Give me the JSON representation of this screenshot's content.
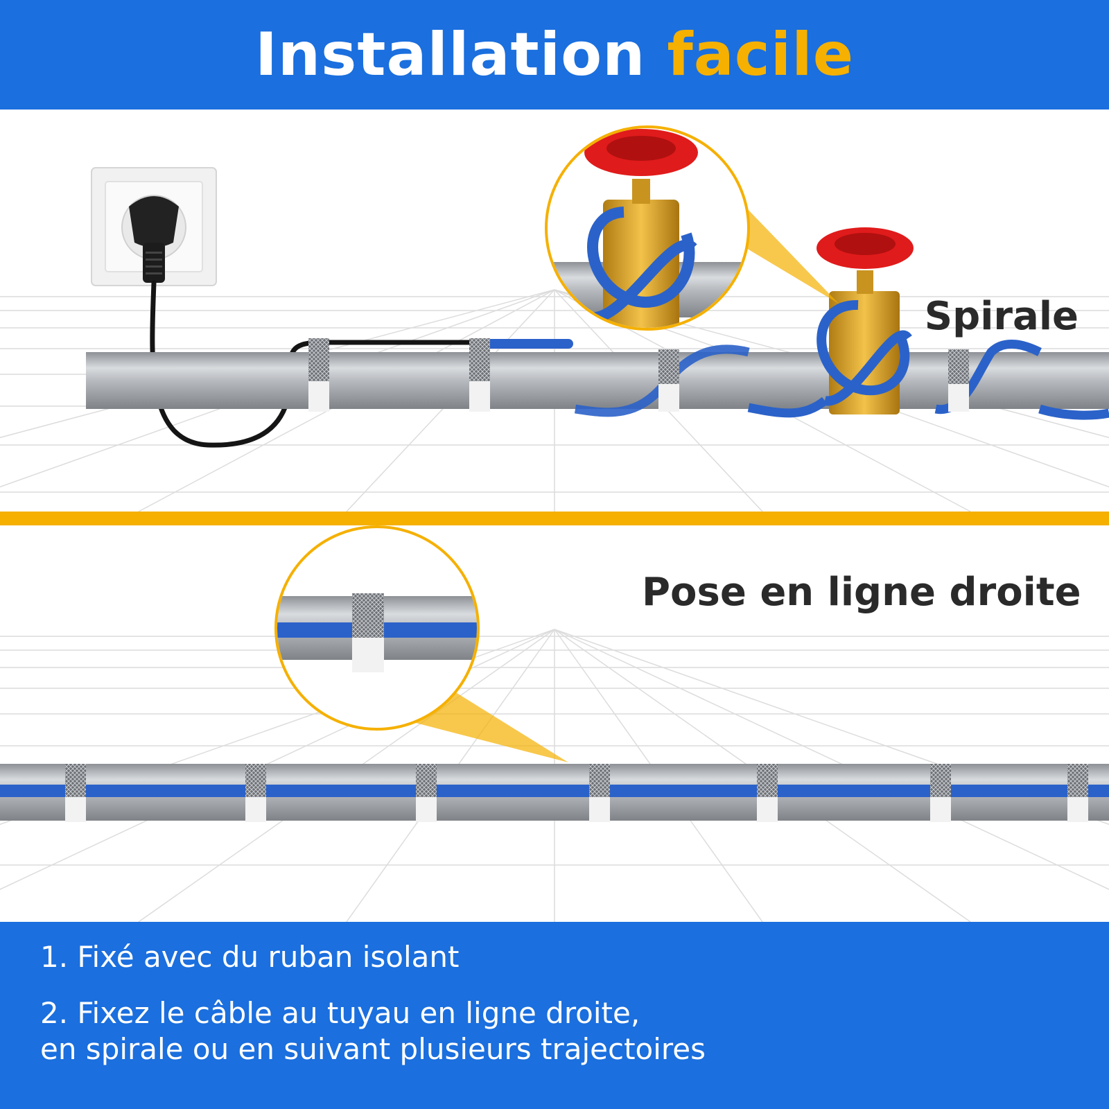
{
  "header": {
    "title": "Installation",
    "title_accent": "facile"
  },
  "labels": {
    "spiral": "Spirale",
    "straight": "Pose en ligne droite"
  },
  "instructions": {
    "step1": "1. Fixé avec du ruban isolant",
    "step2_line1": "2. Fixez le câble au tuyau en ligne droite,",
    "step2_line2": "en spirale ou en suivant plusieurs trajectoires"
  },
  "colors": {
    "brand_blue": "#1b6fde",
    "accent_yellow": "#f5b000",
    "cable_blue": "#2b62c9",
    "pipe_grey": "#a9acb0",
    "valve_red": "#e01b1b",
    "valve_brass": "#d9a32a"
  },
  "icons": [
    "wall-socket-icon",
    "plug-icon",
    "valve-icon",
    "zoom-lens-icon"
  ]
}
